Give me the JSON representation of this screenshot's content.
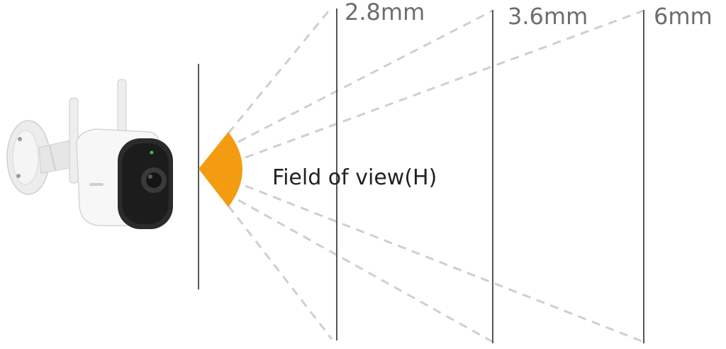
{
  "diagram": {
    "label": "Field of view(H)",
    "accent_color": "#f39c12",
    "lenses": [
      {
        "label": "2.8mm"
      },
      {
        "label": "3.6mm"
      },
      {
        "label": "6mm"
      }
    ],
    "device": {
      "icon": "bullet-camera-icon"
    }
  }
}
